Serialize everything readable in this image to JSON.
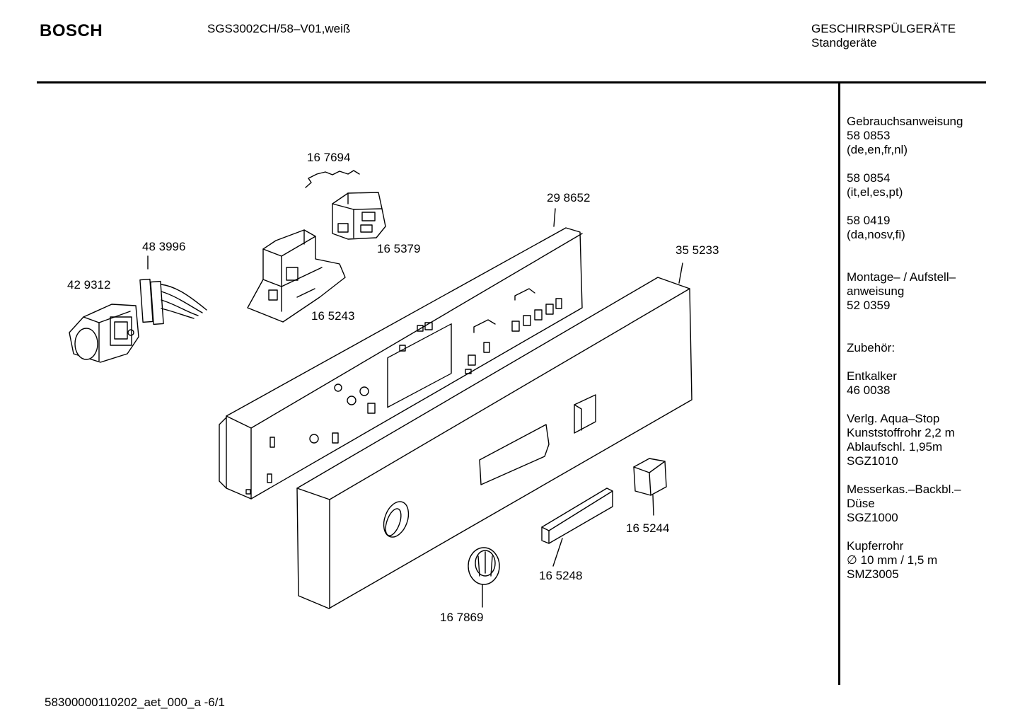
{
  "header": {
    "brand": "BOSCH",
    "model": "SGS3002CH/58–V01,weiß",
    "category_line1": "GESCHIRRSPÜLGERÄTE",
    "category_line2": "Standgeräte"
  },
  "parts": [
    {
      "number": "16 7694"
    },
    {
      "number": "29 8652"
    },
    {
      "number": "16 5379"
    },
    {
      "number": "48 3996"
    },
    {
      "number": "35 5233"
    },
    {
      "number": "42 9312"
    },
    {
      "number": "16 5243"
    },
    {
      "number": "16 5244"
    },
    {
      "number": "16 5248"
    },
    {
      "number": "16 7869"
    }
  ],
  "sidebar": {
    "blocks": [
      {
        "lines": [
          "Gebrauchsanweisung",
          "58 0853",
          "(de,en,fr,nl)"
        ]
      },
      {
        "lines": [
          "58 0854",
          "(it,el,es,pt)"
        ]
      },
      {
        "lines": [
          "58 0419",
          "(da,nosv,fi)"
        ]
      },
      {
        "lines": [
          "Montage– / Aufstell–",
          "anweisung",
          "52 0359"
        ]
      },
      {
        "lines": [
          "Zubehör:"
        ]
      },
      {
        "lines": [
          "Entkalker",
          "46 0038"
        ]
      },
      {
        "lines": [
          "Verlg. Aqua–Stop",
          "Kunststoffrohr 2,2 m",
          "Ablaufschl. 1,95m",
          "SGZ1010"
        ]
      },
      {
        "lines": [
          "Messerkas.–Backbl.–",
          "Düse",
          "SGZ1000"
        ]
      },
      {
        "lines": [
          "Kupferrohr",
          "∅ 10 mm / 1,5 m",
          "SMZ3005"
        ]
      }
    ]
  },
  "footer": {
    "code": "58300000110202_aet_000_a  -6/1"
  }
}
